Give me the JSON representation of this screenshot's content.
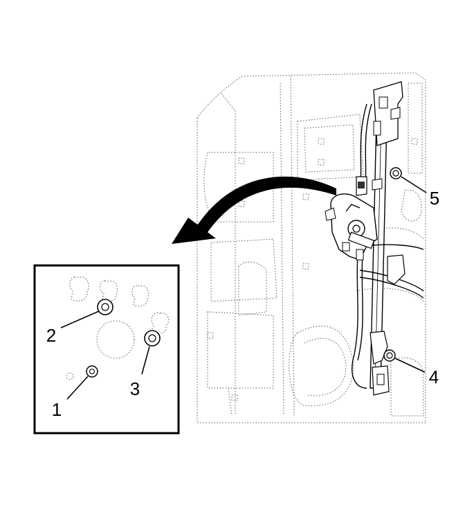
{
  "diagram": {
    "callouts": [
      {
        "id": "1",
        "label": "1"
      },
      {
        "id": "2",
        "label": "2"
      },
      {
        "id": "3",
        "label": "3"
      },
      {
        "id": "4",
        "label": "4"
      },
      {
        "id": "5",
        "label": "5"
      }
    ],
    "colors": {
      "line": "#000000",
      "background": "#ffffff",
      "hidden_line": "#555555"
    }
  }
}
